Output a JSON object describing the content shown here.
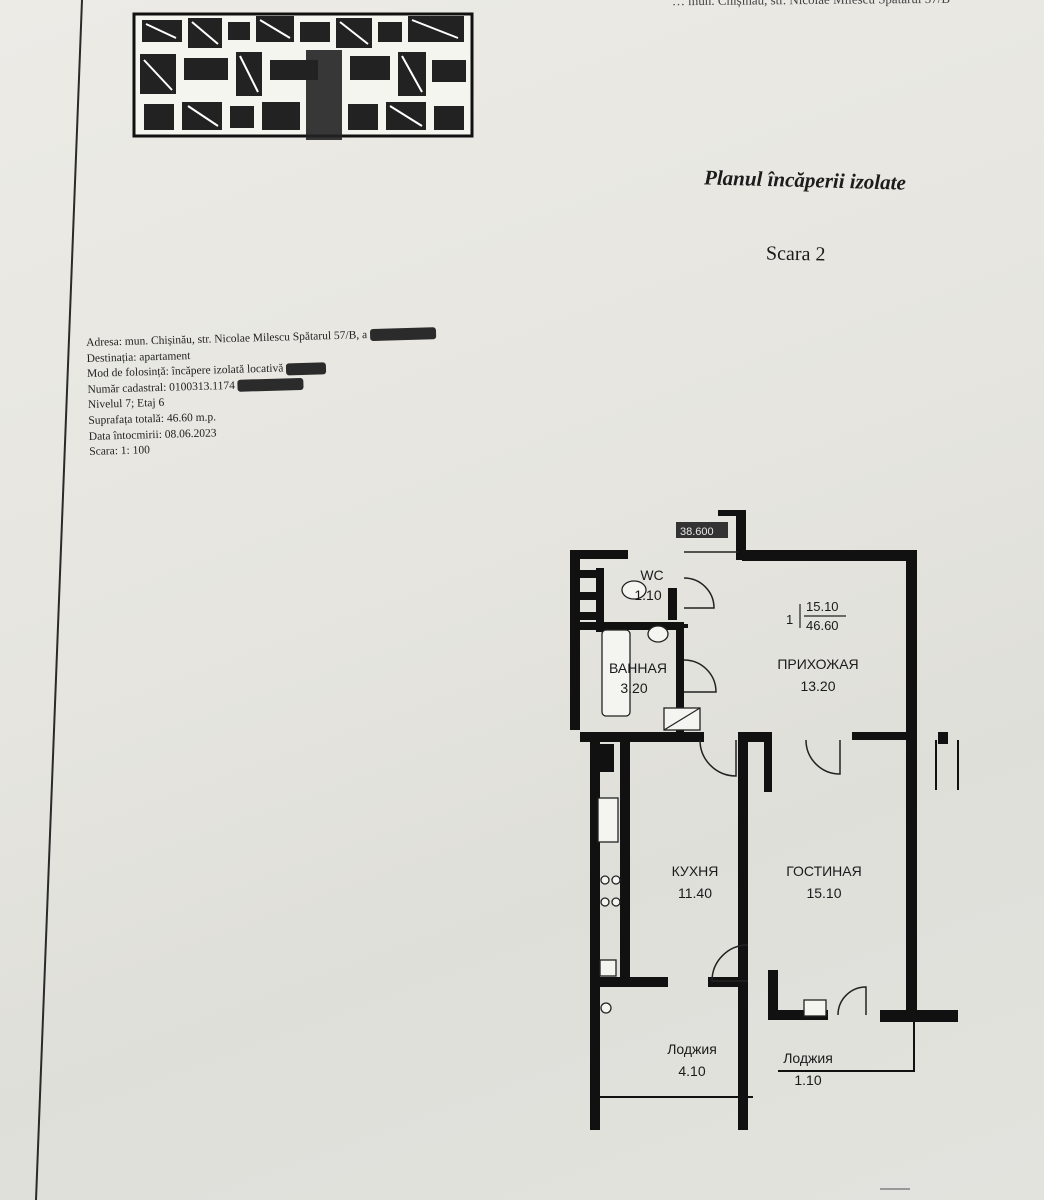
{
  "header": {
    "top_fragment": "… mun. Chișinău, str. Nicolae Milescu Spătarul 57/B",
    "title": "Planul încăperii izolate",
    "scale_section": "Scara 2"
  },
  "info": {
    "address": "Adresa: mun. Chișinău, str. Nicolae Milescu Spătarul 57/B, a",
    "destination": "Destinația: apartament",
    "usage": "Mod de folosință: încăpere izolată locativă",
    "cadastral": "Număr cadastral: 0100313.1174",
    "level": "Nivelul 7; Etaj 6",
    "total_area": "Suprafața totală: 46.60 m.p.",
    "date": "Data întocmirii: 08.06.2023",
    "scale": "Scara: 1: 100"
  },
  "plan": {
    "elevation": "38.600",
    "index_number": "1",
    "living_area": "15.10",
    "total_area": "46.60",
    "rooms": {
      "wc": {
        "name": "WC",
        "area": "1.10"
      },
      "bath": {
        "name": "ВАННАЯ",
        "area": "3.20"
      },
      "hall": {
        "name": "ПРИХОЖАЯ",
        "area": "13.20"
      },
      "kitchen": {
        "name": "КУХНЯ",
        "area": "11.40"
      },
      "living": {
        "name": "ГОСТИНАЯ",
        "area": "15.10"
      },
      "loggia_1": {
        "name": "Лоджия",
        "area": "4.10"
      },
      "loggia_2": {
        "name": "Лоджия",
        "area": "1.10"
      }
    }
  }
}
